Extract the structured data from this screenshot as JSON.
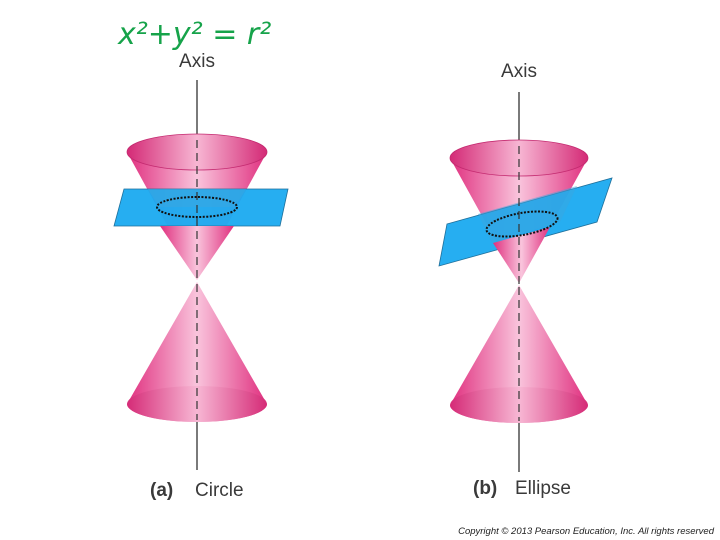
{
  "handwritten_note": "x²+y² = r²",
  "colors": {
    "cone_edge": "#e0307f",
    "cone_mid": "#f9c4dc",
    "plane": "#1aaaf0",
    "plane_edge": "#1f6f9a",
    "annotation": "#16a34a"
  },
  "panels": [
    {
      "axis_label": "Axis",
      "caption_letter": "(a)",
      "caption_name": "Circle"
    },
    {
      "axis_label": "Axis",
      "caption_letter": "(b)",
      "caption_name": "Ellipse"
    }
  ],
  "copyright": "Copyright © 2013 Pearson Education, Inc. All rights reserved"
}
